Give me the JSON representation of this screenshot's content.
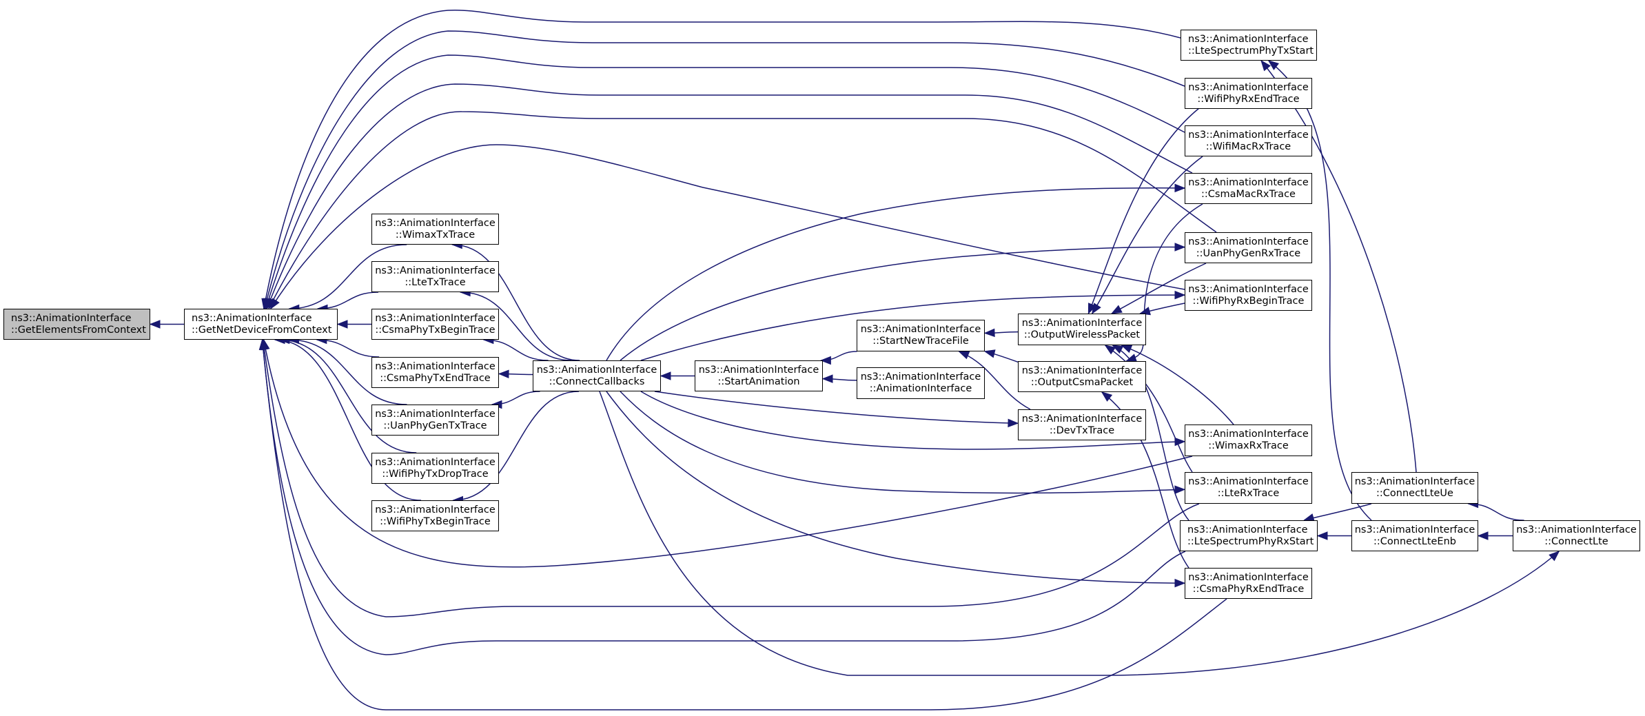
{
  "title": "Caller graph for ns3::AnimationInterface::GetElementsFromContext",
  "colors": {
    "edge": "#191970",
    "root_fill": "#bfbfbf",
    "node_fill": "#ffffff",
    "border": "#000000"
  },
  "nodes": {
    "GetElementsFromContext": {
      "line1": "ns3::AnimationInterface",
      "line2": "::GetElementsFromContext",
      "root": true
    },
    "GetNetDeviceFromContext": {
      "line1": "ns3::AnimationInterface",
      "line2": "::GetNetDeviceFromContext"
    },
    "WimaxTxTrace": {
      "line1": "ns3::AnimationInterface",
      "line2": "::WimaxTxTrace"
    },
    "LteTxTrace": {
      "line1": "ns3::AnimationInterface",
      "line2": "::LteTxTrace"
    },
    "CsmaPhyTxBeginTrace": {
      "line1": "ns3::AnimationInterface",
      "line2": "::CsmaPhyTxBeginTrace"
    },
    "CsmaPhyTxEndTrace": {
      "line1": "ns3::AnimationInterface",
      "line2": "::CsmaPhyTxEndTrace"
    },
    "UanPhyGenTxTrace": {
      "line1": "ns3::AnimationInterface",
      "line2": "::UanPhyGenTxTrace"
    },
    "WifiPhyTxDropTrace": {
      "line1": "ns3::AnimationInterface",
      "line2": "::WifiPhyTxDropTrace"
    },
    "WifiPhyTxBeginTrace": {
      "line1": "ns3::AnimationInterface",
      "line2": "::WifiPhyTxBeginTrace"
    },
    "ConnectCallbacks": {
      "line1": "ns3::AnimationInterface",
      "line2": "::ConnectCallbacks"
    },
    "StartAnimation": {
      "line1": "ns3::AnimationInterface",
      "line2": "::StartAnimation"
    },
    "StartNewTraceFile": {
      "line1": "ns3::AnimationInterface",
      "line2": "::StartNewTraceFile"
    },
    "AnimationInterface": {
      "line1": "ns3::AnimationInterface",
      "line2": "::AnimationInterface"
    },
    "OutputWirelessPacket": {
      "line1": "ns3::AnimationInterface",
      "line2": "::OutputWirelessPacket"
    },
    "OutputCsmaPacket": {
      "line1": "ns3::AnimationInterface",
      "line2": "::OutputCsmaPacket"
    },
    "DevTxTrace": {
      "line1": "ns3::AnimationInterface",
      "line2": "::DevTxTrace"
    },
    "LteSpectrumPhyTxStart": {
      "line1": "ns3::AnimationInterface",
      "line2": "::LteSpectrumPhyTxStart"
    },
    "WifiPhyRxEndTrace": {
      "line1": "ns3::AnimationInterface",
      "line2": "::WifiPhyRxEndTrace"
    },
    "WifiMacRxTrace": {
      "line1": "ns3::AnimationInterface",
      "line2": "::WifiMacRxTrace"
    },
    "CsmaMacRxTrace": {
      "line1": "ns3::AnimationInterface",
      "line2": "::CsmaMacRxTrace"
    },
    "UanPhyGenRxTrace": {
      "line1": "ns3::AnimationInterface",
      "line2": "::UanPhyGenRxTrace"
    },
    "WifiPhyRxBeginTrace": {
      "line1": "ns3::AnimationInterface",
      "line2": "::WifiPhyRxBeginTrace"
    },
    "WimaxRxTrace": {
      "line1": "ns3::AnimationInterface",
      "line2": "::WimaxRxTrace"
    },
    "LteRxTrace": {
      "line1": "ns3::AnimationInterface",
      "line2": "::LteRxTrace"
    },
    "LteSpectrumPhyRxStart": {
      "line1": "ns3::AnimationInterface",
      "line2": "::LteSpectrumPhyRxStart"
    },
    "CsmaPhyRxEndTrace": {
      "line1": "ns3::AnimationInterface",
      "line2": "::CsmaPhyRxEndTrace"
    },
    "ConnectLteUe": {
      "line1": "ns3::AnimationInterface",
      "line2": "::ConnectLteUe"
    },
    "ConnectLteEnb": {
      "line1": "ns3::AnimationInterface",
      "line2": "::ConnectLteEnb"
    },
    "ConnectLte": {
      "line1": "ns3::AnimationInterface",
      "line2": "::ConnectLte"
    }
  },
  "edges": [
    [
      "GetNetDeviceFromContext",
      "GetElementsFromContext"
    ],
    [
      "WimaxTxTrace",
      "GetNetDeviceFromContext"
    ],
    [
      "LteTxTrace",
      "GetNetDeviceFromContext"
    ],
    [
      "CsmaPhyTxBeginTrace",
      "GetNetDeviceFromContext"
    ],
    [
      "CsmaPhyTxEndTrace",
      "GetNetDeviceFromContext"
    ],
    [
      "UanPhyGenTxTrace",
      "GetNetDeviceFromContext"
    ],
    [
      "WifiPhyTxDropTrace",
      "GetNetDeviceFromContext"
    ],
    [
      "WifiPhyTxBeginTrace",
      "GetNetDeviceFromContext"
    ],
    [
      "LteSpectrumPhyTxStart",
      "GetNetDeviceFromContext"
    ],
    [
      "WifiPhyRxEndTrace",
      "GetNetDeviceFromContext"
    ],
    [
      "WifiMacRxTrace",
      "GetNetDeviceFromContext"
    ],
    [
      "CsmaMacRxTrace",
      "GetNetDeviceFromContext"
    ],
    [
      "UanPhyGenRxTrace",
      "GetNetDeviceFromContext"
    ],
    [
      "WifiPhyRxBeginTrace",
      "GetNetDeviceFromContext"
    ],
    [
      "WimaxRxTrace",
      "GetNetDeviceFromContext"
    ],
    [
      "LteRxTrace",
      "GetNetDeviceFromContext"
    ],
    [
      "LteSpectrumPhyRxStart",
      "GetNetDeviceFromContext"
    ],
    [
      "CsmaPhyRxEndTrace",
      "GetNetDeviceFromContext"
    ],
    [
      "ConnectCallbacks",
      "WimaxTxTrace"
    ],
    [
      "ConnectCallbacks",
      "LteTxTrace"
    ],
    [
      "ConnectCallbacks",
      "CsmaPhyTxBeginTrace"
    ],
    [
      "ConnectCallbacks",
      "CsmaPhyTxEndTrace"
    ],
    [
      "ConnectCallbacks",
      "UanPhyGenTxTrace"
    ],
    [
      "ConnectCallbacks",
      "WifiPhyTxBeginTrace"
    ],
    [
      "ConnectCallbacks",
      "CsmaMacRxTrace"
    ],
    [
      "ConnectCallbacks",
      "UanPhyGenRxTrace"
    ],
    [
      "ConnectCallbacks",
      "WifiPhyRxBeginTrace"
    ],
    [
      "ConnectCallbacks",
      "DevTxTrace"
    ],
    [
      "ConnectCallbacks",
      "WimaxRxTrace"
    ],
    [
      "ConnectCallbacks",
      "LteRxTrace"
    ],
    [
      "ConnectCallbacks",
      "CsmaPhyRxEndTrace"
    ],
    [
      "ConnectCallbacks",
      "ConnectLte"
    ],
    [
      "StartAnimation",
      "ConnectCallbacks"
    ],
    [
      "StartNewTraceFile",
      "StartAnimation"
    ],
    [
      "AnimationInterface",
      "StartAnimation"
    ],
    [
      "OutputWirelessPacket",
      "StartNewTraceFile"
    ],
    [
      "OutputCsmaPacket",
      "StartNewTraceFile"
    ],
    [
      "DevTxTrace",
      "StartNewTraceFile"
    ],
    [
      "WifiPhyRxEndTrace",
      "OutputWirelessPacket"
    ],
    [
      "WifiMacRxTrace",
      "OutputWirelessPacket"
    ],
    [
      "UanPhyGenRxTrace",
      "OutputWirelessPacket"
    ],
    [
      "WifiPhyRxBeginTrace",
      "OutputWirelessPacket"
    ],
    [
      "WimaxRxTrace",
      "OutputWirelessPacket"
    ],
    [
      "LteRxTrace",
      "OutputWirelessPacket"
    ],
    [
      "LteSpectrumPhyRxStart",
      "OutputWirelessPacket"
    ],
    [
      "CsmaMacRxTrace",
      "OutputCsmaPacket"
    ],
    [
      "CsmaPhyRxEndTrace",
      "OutputCsmaPacket"
    ],
    [
      "ConnectLteUe",
      "LteSpectrumPhyTxStart"
    ],
    [
      "ConnectLteEnb",
      "LteSpectrumPhyTxStart"
    ],
    [
      "ConnectLteUe",
      "LteSpectrumPhyRxStart"
    ],
    [
      "ConnectLteEnb",
      "LteSpectrumPhyRxStart"
    ],
    [
      "ConnectLte",
      "ConnectLteUe"
    ],
    [
      "ConnectLte",
      "ConnectLteEnb"
    ]
  ]
}
